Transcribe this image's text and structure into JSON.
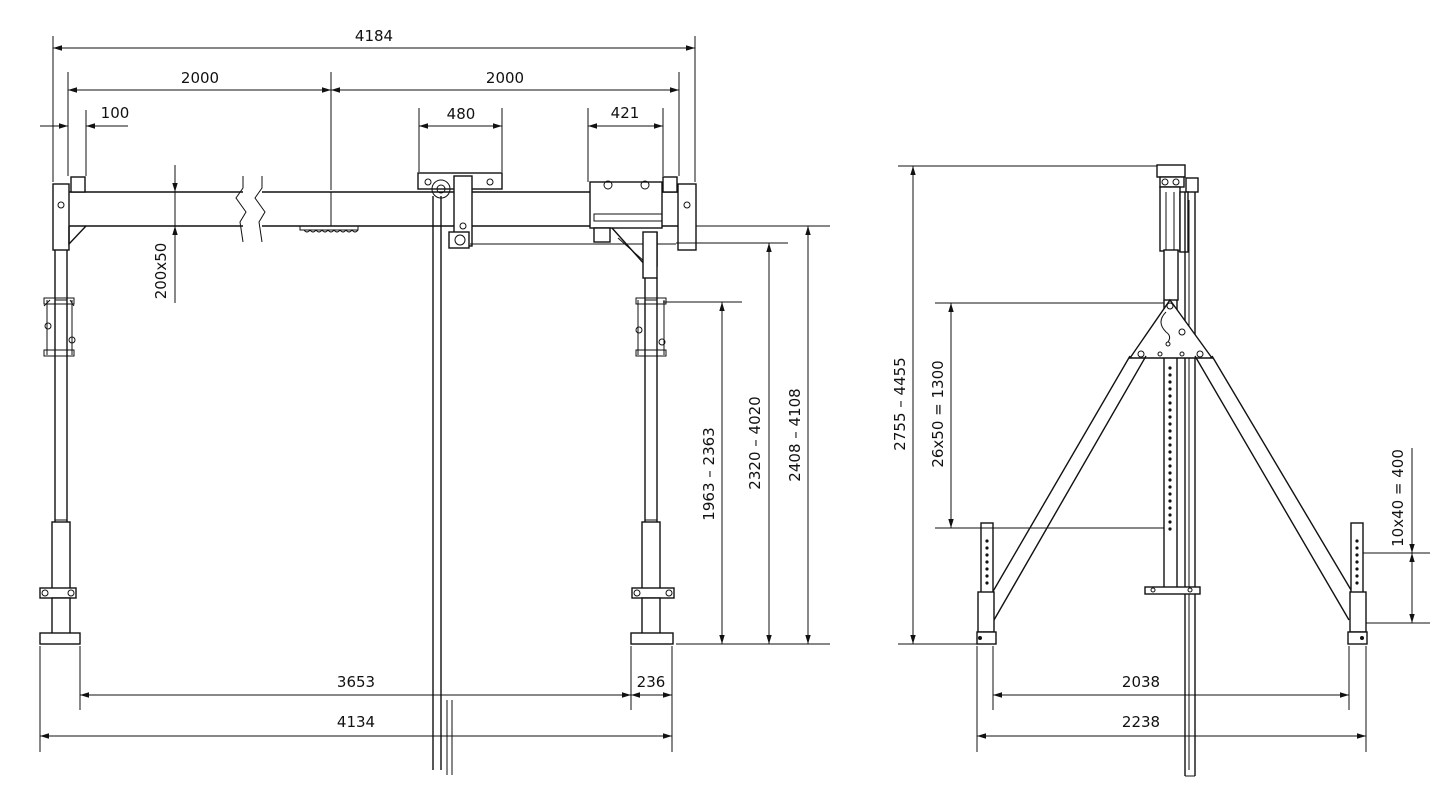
{
  "front_view": {
    "dim_total_top": "4184",
    "dim_half_left": "2000",
    "dim_half_right": "2000",
    "dim_end_offset": "100",
    "dim_trolley_width": "480",
    "dim_support_width": "421",
    "dim_beam_section": "200x50",
    "dim_height_low": "1963 – 2363",
    "dim_height_mid": "2320 – 4020",
    "dim_height_high": "2408 – 4108",
    "dim_inner_span": "3653",
    "dim_foot_width": "236",
    "dim_total_bottom": "4134"
  },
  "side_view": {
    "dim_total_height": "2755 – 4455",
    "dim_adjust_holes": "26x50 = 1300",
    "dim_foot_holes": "10x40 = 400",
    "dim_inner_foot_span": "2038",
    "dim_outer_foot_span": "2238"
  }
}
